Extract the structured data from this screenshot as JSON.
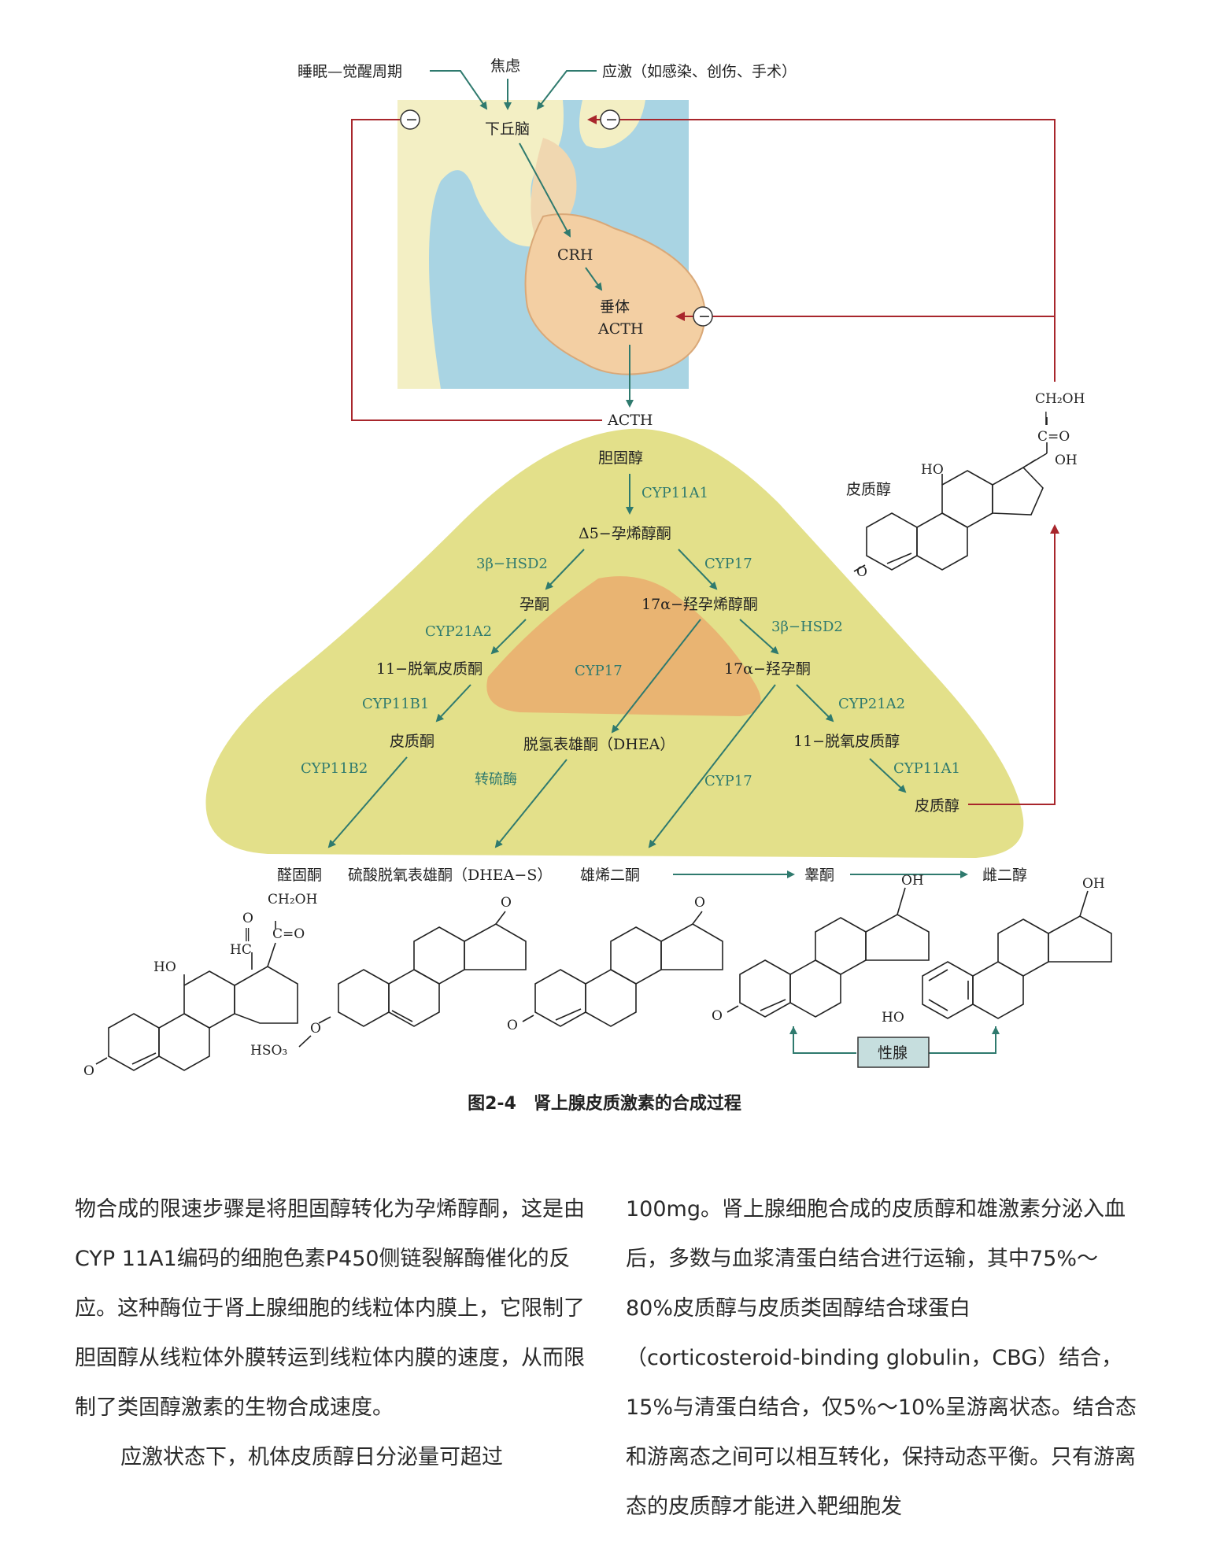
{
  "figure": {
    "inputs": {
      "sleep": "睡眠—觉醒周期",
      "anxiety": "焦虑",
      "stress": "应激（如感染、创伤、手术）"
    },
    "hypothalamus": "下丘脑",
    "crh": "CRH",
    "pituitary": "垂体",
    "acth_in_pituitary": "ACTH",
    "acth": "ACTH",
    "cholesterol": "胆固醇",
    "pregnenolone": "Δ5−孕烯醇酮",
    "progesterone": "孕酮",
    "hydroxypregnenolone": "17α−羟孕烯醇酮",
    "deoxycorticosterone": "11−脱氧皮质酮",
    "hydroxyprogesterone": "17α−羟孕酮",
    "corticosterone": "皮质酮",
    "dhea": "脱氢表雄酮（DHEA）",
    "deoxycortisol": "11−脱氧皮质醇",
    "cortisol_adrenal": "皮质醇",
    "aldosterone": "醛固酮",
    "dheas": "硫酸脱氧表雄酮（DHEA−S）",
    "androstenedione": "雄烯二酮",
    "testosterone": "睾酮",
    "estradiol": "雌二醇",
    "cortisol_label": "皮质醇",
    "gonad": "性腺",
    "inhibit": "−",
    "enzymes": {
      "cyp11a1": "CYP11A1",
      "hsd_left": "3β−HSD2",
      "cyp17_top": "CYP17",
      "cyp21_left": "CYP21A2",
      "hsd_right": "3β−HSD2",
      "cyp17_mid": "CYP17",
      "cyp11b1": "CYP11B1",
      "cyp21_right": "CYP21A2",
      "cyp11b2": "CYP11B2",
      "sulfo": "转硫酶",
      "cyp17_bottom": "CYP17",
      "cyp11a1_right": "CYP11A1"
    },
    "chem_labels": {
      "ch2oh": "CH₂OH",
      "co": "C=O",
      "oh": "OH",
      "ho": "HO",
      "o": "O",
      "hc": "HC",
      "hso3": "HSO₃",
      "bar": "|",
      "dbl": "‖"
    }
  },
  "caption": "图2-4　肾上腺皮质激素的合成过程",
  "left_column": [
    "物合成的限速步骤是将胆固醇转化为孕烯醇酮，这是由CYP 11A1编码的细胞色素P450侧链裂解酶催化的反应。这种酶位于肾上腺细胞的线粒体内膜上，它限制了胆固醇从线粒体外膜转运到线粒体内膜的速度，从而限制了类固醇激素的生物合成速度。",
    "应激状态下，机体皮质醇日分泌量可超过"
  ],
  "right_column": [
    "100mg。肾上腺细胞合成的皮质醇和雄激素分泌入血后，多数与血浆清蛋白结合进行运输，其中75%～80%皮质醇与皮质类固醇结合球蛋白（corticosteroid-binding globulin，CBG）结合，15%与清蛋白结合，仅5%～10%呈游离状态。结合态和游离态之间可以相互转化，保持动态平衡。只有游离态的皮质醇才能进入靶细胞发"
  ],
  "colors": {
    "green": "#2f7a6e",
    "red": "#a8262c",
    "adrenal": "#e3e08a",
    "blue": "#a9d4e3",
    "brain": "#f3efc4",
    "pituitary": "#f3cfa3",
    "medulla": "#e9b472",
    "gonad_box": "#c6dede"
  }
}
